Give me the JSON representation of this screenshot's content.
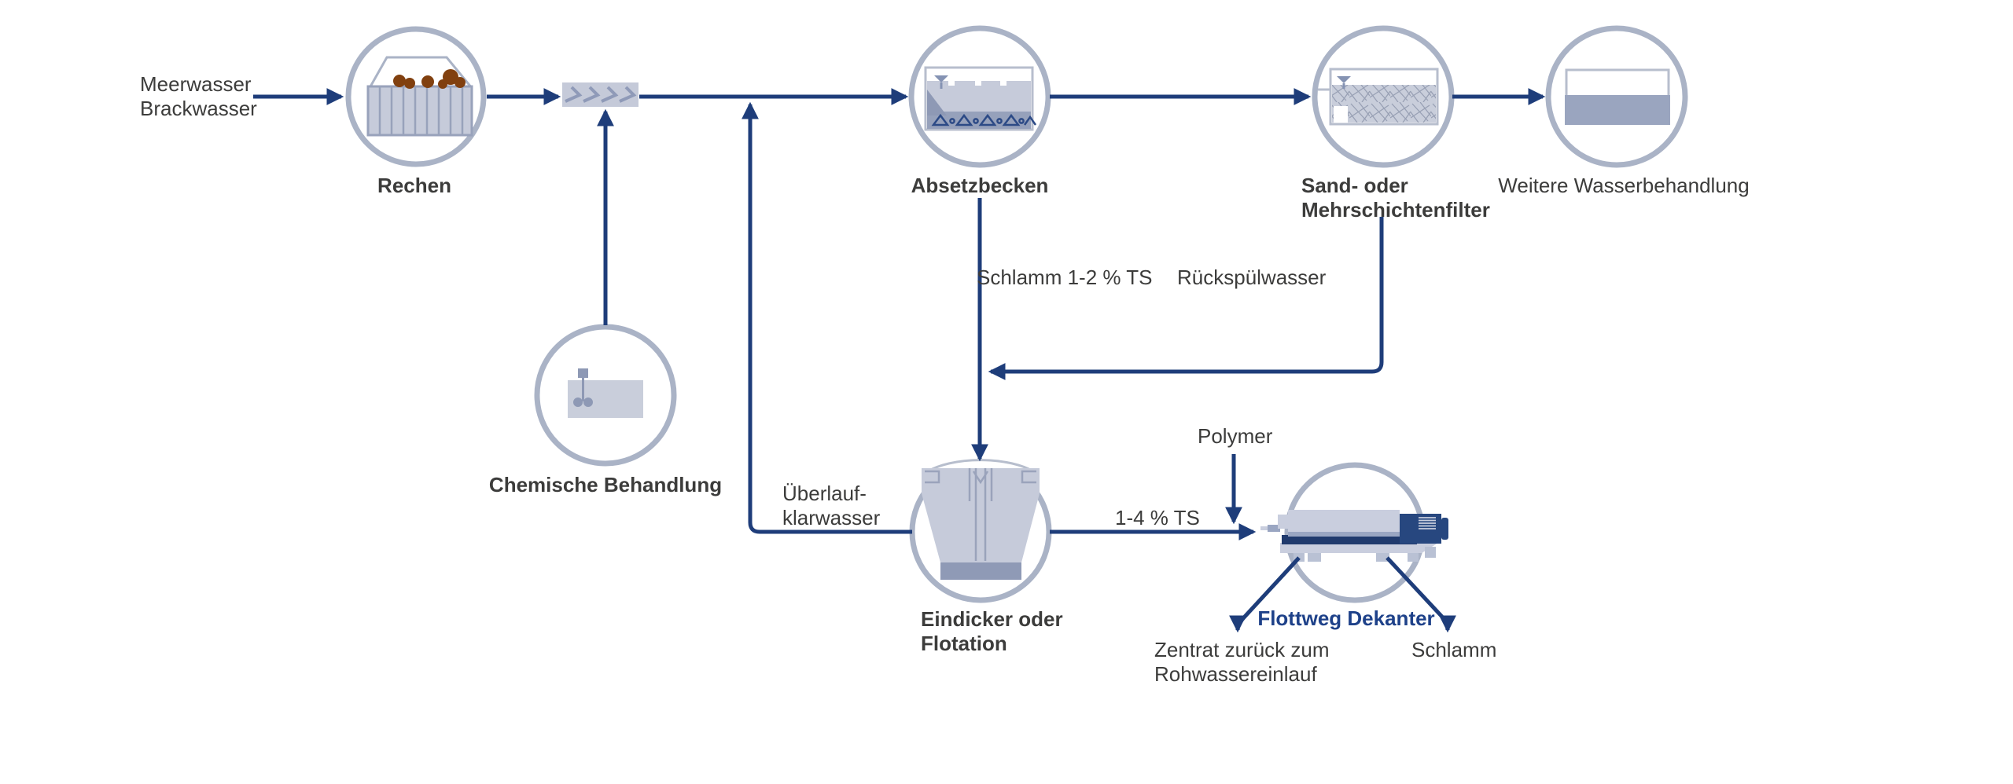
{
  "diagram": {
    "subject": "Flottweg decanter process flow – seawater treatment",
    "nodes": {
      "source": {
        "line1": "Meerwasser",
        "line2": "Brackwasser"
      },
      "rechen": {
        "label": "Rechen"
      },
      "chemische": {
        "label": "Chemische Behandlung"
      },
      "absetzbecken": {
        "label": "Absetzbecken"
      },
      "sandfilter": {
        "line1": "Sand- oder",
        "line2": "Mehrschichtenfilter"
      },
      "weitere": {
        "label": "Weitere Wasserbehandlung"
      },
      "eindicker": {
        "line1": "Eindicker oder",
        "line2": "Flotation"
      },
      "dekanter": {
        "label": "Flottweg Dekanter"
      }
    },
    "flows": {
      "schlamm_feed": "Schlamm 1-2 % TS",
      "rueckspuelwasser": "Rückspülwasser",
      "ueberlauf": {
        "line1": "Überlauf-",
        "line2": "klarwasser"
      },
      "feed_ts": "1-4 % TS",
      "polymer": "Polymer",
      "zentrat": {
        "line1": "Zentrat zurück zum",
        "line2": "Rohwassereinlauf"
      },
      "schlamm_out": "Schlamm"
    },
    "colors": {
      "flow_line": "#1e3d7a",
      "brand_text": "#1e4189",
      "body_text": "#3c3c3b",
      "circle_outline": "#aab3c6",
      "icon_light": "#c6cbda",
      "icon_mid": "#97a2bc",
      "icon_dark_navy": "#203a6d",
      "gearbox_navy": "#27477f",
      "debris_brown": "#81400f"
    }
  }
}
